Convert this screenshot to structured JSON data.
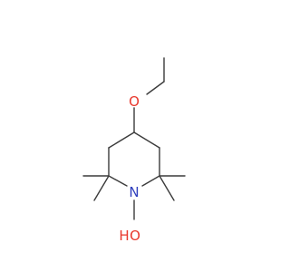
{
  "molecule": {
    "atoms": {
      "oxygen_ether": {
        "label": "O",
        "color": "#e8372c"
      },
      "nitrogen": {
        "label": "N",
        "color": "#2f3fbd"
      },
      "hydroxyl_oxygen": {
        "label": "O",
        "color": "#e8372c"
      },
      "hydroxyl_hydrogen": {
        "label": "H",
        "color": "#e8372c"
      }
    },
    "bond_color": "#3b3b3b"
  }
}
